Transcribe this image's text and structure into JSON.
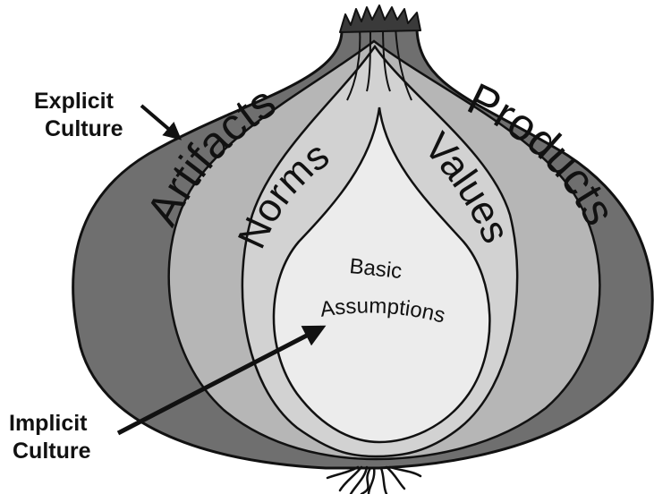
{
  "diagram": {
    "layers": {
      "outer_left": "Artifacts",
      "outer_right": "Products",
      "middle_left": "Norms",
      "middle_right": "Values",
      "core_line1": "Basic",
      "core_line2": "Assumptions"
    },
    "callouts": {
      "explicit": {
        "line1": "Explicit",
        "line2": "Culture"
      },
      "implicit": {
        "line1": "Implicit",
        "line2": "Culture"
      }
    },
    "colors": {
      "outer_layer": "#6f6f6f",
      "middle_layer": "#b6b6b6",
      "inner_layer": "#d2d2d2",
      "core": "#ececec",
      "outline": "#111111"
    }
  }
}
